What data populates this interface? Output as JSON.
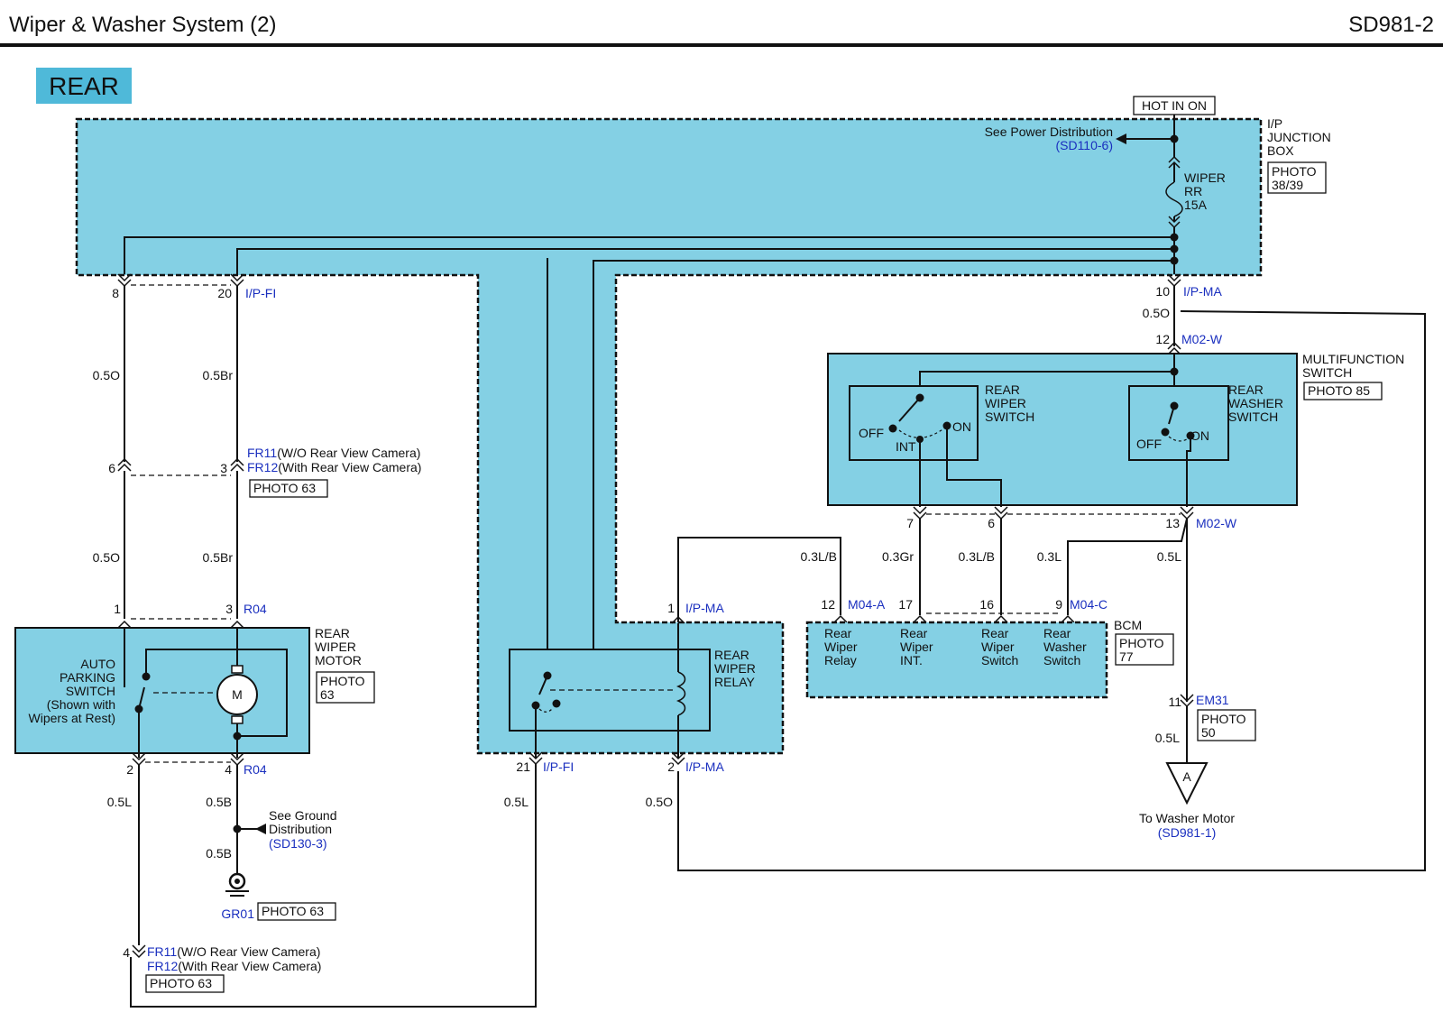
{
  "header": {
    "title": "Wiper & Washer System (2)",
    "code": "SD981-2"
  },
  "section_label": "REAR",
  "colors": {
    "component_fill": "#84d0e4",
    "connector_text": "#1a2fbf",
    "wire": "#111111"
  },
  "power": {
    "hot_label": "HOT IN ON",
    "see_text": "See Power Distribution",
    "see_ref": "(SD110-6)",
    "fuse_line1": "WIPER",
    "fuse_line2": "RR",
    "fuse_line3": "15A"
  },
  "junction_box": {
    "line1": "I/P",
    "line2": "JUNCTION",
    "line3": "BOX",
    "photo_line1": "PHOTO",
    "photo_line2": "38/39"
  },
  "connectors": {
    "ip_fi": "I/P-FI",
    "ip_ma": "I/P-MA",
    "m02w": "M02-W",
    "fr11": "FR11",
    "fr11_note": "(W/O Rear View Camera)",
    "fr12": "FR12",
    "fr12_note": "(With Rear View Camera)",
    "r04": "R04",
    "m04a": "M04-A",
    "m04c": "M04-C",
    "em31": "EM31",
    "gr01": "GR01"
  },
  "pins": {
    "p8": "8",
    "p20": "20",
    "p10": "10",
    "p12": "12",
    "p6": "6",
    "p3": "3",
    "p1": "1",
    "p3b": "3",
    "p2": "2",
    "p4": "4",
    "p21": "21",
    "p1b": "1",
    "p2b": "2",
    "p7": "7",
    "p6b": "6",
    "p13": "13",
    "p12b": "12",
    "p17": "17",
    "p16": "16",
    "p9": "9",
    "p11": "11",
    "p4b": "4"
  },
  "wires": {
    "w_05o_a": "0.5O",
    "w_05br_a": "0.5Br",
    "w_05o_b": "0.5O",
    "w_05br_b": "0.5Br",
    "w_05o_top": "0.5O",
    "w_05l_a": "0.5L",
    "w_05b_a": "0.5B",
    "w_05b_b": "0.5B",
    "w_05l_relay": "0.5L",
    "w_05o_relay": "0.5O",
    "w_03lb_a": "0.3L/B",
    "w_03gr": "0.3Gr",
    "w_03lb_b": "0.3L/B",
    "w_03l": "0.3L",
    "w_05l_m02": "0.5L",
    "w_05l_em31": "0.5L"
  },
  "photo63": "PHOTO 63",
  "multifunction": {
    "line1": "MULTIFUNCTION",
    "line2": "SWITCH",
    "photo": "PHOTO 85",
    "wiper_sw_1": "REAR",
    "wiper_sw_2": "WIPER",
    "wiper_sw_3": "SWITCH",
    "washer_sw_1": "REAR",
    "washer_sw_2": "WASHER",
    "washer_sw_3": "SWITCH",
    "off": "OFF",
    "int": "INT",
    "on": "ON",
    "off2": "OFF",
    "on2": "ON"
  },
  "motor": {
    "line1": "REAR",
    "line2": "WIPER",
    "line3": "MOTOR",
    "photo_line1": "PHOTO",
    "photo_line2": "63",
    "aps1": "AUTO",
    "aps2": "PARKING",
    "aps3": "SWITCH",
    "aps4": "(Shown with",
    "aps5": "Wipers at Rest)",
    "m": "M"
  },
  "ground": {
    "see1": "See Ground",
    "see2": "Distribution",
    "ref": "(SD130-3)"
  },
  "relay": {
    "line1": "REAR",
    "line2": "WIPER",
    "line3": "RELAY"
  },
  "bcm": {
    "label": "BCM",
    "photo_line1": "PHOTO",
    "photo_line2": "77",
    "c1_1": "Rear",
    "c1_2": "Wiper",
    "c1_3": "Relay",
    "c2_1": "Rear",
    "c2_2": "Wiper",
    "c2_3": "INT.",
    "c3_1": "Rear",
    "c3_2": "Wiper",
    "c3_3": "Switch",
    "c4_1": "Rear",
    "c4_2": "Washer",
    "c4_3": "Switch"
  },
  "em31_photo_line1": "PHOTO",
  "em31_photo_line2": "50",
  "washer_motor": {
    "ref_letter": "A",
    "text": "To Washer Motor",
    "ref": "(SD981-1)"
  }
}
